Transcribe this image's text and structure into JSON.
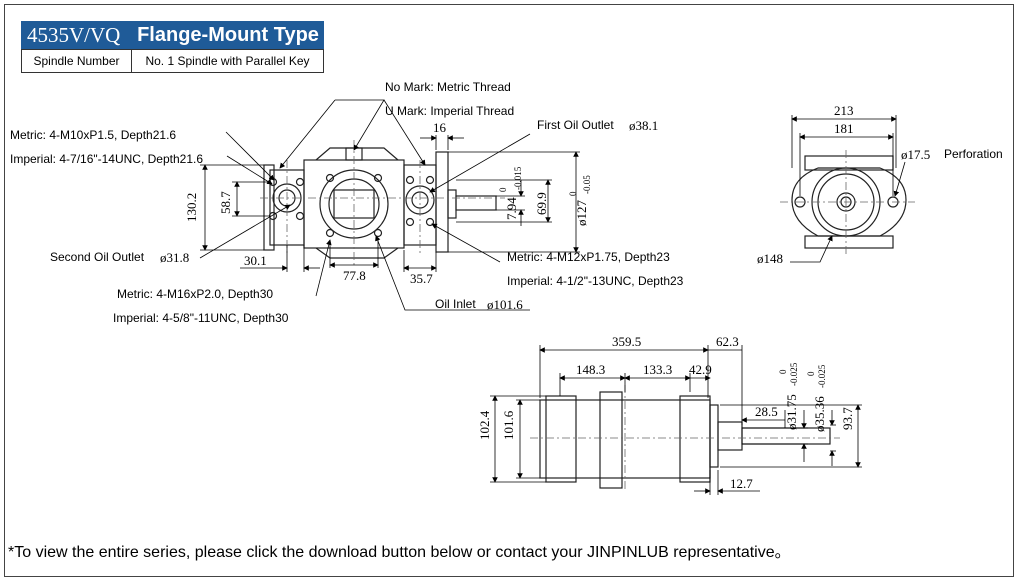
{
  "header": {
    "model": "4535V/VQ",
    "type": "Flange-Mount Type",
    "spindle_label": "Spindle Number",
    "spindle_value": "No. 1 Spindle with Parallel Key"
  },
  "annotations": {
    "no_mark": "No Mark: Metric Thread",
    "u_mark": "U Mark: Imperial Thread",
    "metric_m10": "Metric: 4-M10xP1.5, Depth21.6",
    "imperial_716": "Imperial: 4-7/16\"-14UNC, Depth21.6",
    "first_outlet": "First Oil Outlet",
    "first_outlet_dia": "ø38.1",
    "second_outlet": "Second Oil Outlet",
    "second_outlet_dia": "ø31.8",
    "metric_m12": "Metric: 4-M12xP1.75, Depth23",
    "imperial_12": "Imperial: 4-1/2\"-13UNC, Depth23",
    "metric_m16": "Metric: 4-M16xP2.0, Depth30",
    "imperial_58": "Imperial: 4-5/8\"-11UNC, Depth30",
    "oil_inlet": "Oil Inlet",
    "oil_inlet_dia": "ø101.6",
    "perforation_dia": "ø17.5",
    "perforation": "Perforation"
  },
  "dimensions": {
    "d16": "16",
    "d130_2": "130.2",
    "d58_7": "58.7",
    "d30_1": "30.1",
    "d77_8": "77.8",
    "d35_7": "35.7",
    "d7_94": "7.94",
    "d7_94_tol_upper": "0",
    "d7_94_tol_lower": "-0.015",
    "d69_9": "69.9",
    "d127": "ø127",
    "d127_tol_upper": "0",
    "d127_tol_lower": "-0.05",
    "d213": "213",
    "d181": "181",
    "d148": "ø148",
    "d359_5": "359.5",
    "d62_3": "62.3",
    "d148_3": "148.3",
    "d133_3": "133.3",
    "d42_9": "42.9",
    "d28_5": "28.5",
    "d31_75": "ø31.75",
    "d31_75_tol_upper": "0",
    "d31_75_tol_lower": "-0.025",
    "d35_36": "ø35.36",
    "d35_36_tol_upper": "0",
    "d35_36_tol_lower": "-0.025",
    "d93_7": "93.7",
    "d102_4": "102.4",
    "d101_6": "101.6",
    "d12_7": "12.7"
  },
  "footer": "*To view the entire series, please click the download button below or contact your JINPINLUB representative。"
}
